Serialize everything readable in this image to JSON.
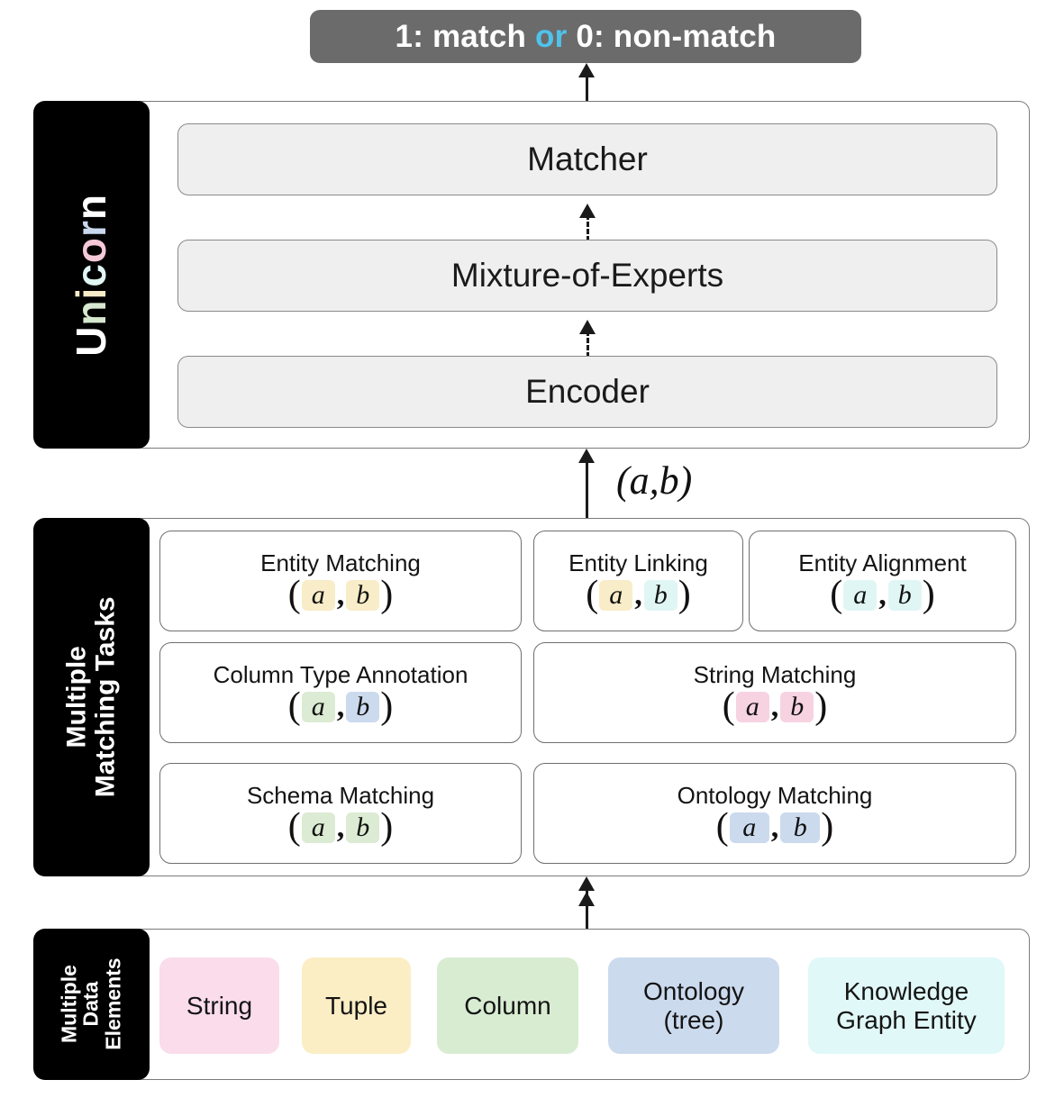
{
  "output": {
    "prefix": "1: match ",
    "or": "or",
    "suffix": " 0: non-match"
  },
  "unicorn": {
    "tag_letters": [
      {
        "ch": "U",
        "color": "#ffffff"
      },
      {
        "ch": "n",
        "color": "#d6e8d0"
      },
      {
        "ch": "i",
        "color": "#f8edc8"
      },
      {
        "ch": "c",
        "color": "#e0f6f5"
      },
      {
        "ch": "o",
        "color": "#f4c9d8"
      },
      {
        "ch": "r",
        "color": "#c9d8ee"
      },
      {
        "ch": "n",
        "color": "#ffffff"
      }
    ],
    "tag_text": "Unicorn",
    "stack": [
      {
        "label": "Matcher"
      },
      {
        "label": "Mixture-of-Experts"
      },
      {
        "label": "Encoder"
      }
    ]
  },
  "flow": {
    "input_pair_label": "(a,b)"
  },
  "tasks": {
    "tag_lines": [
      "Multiple",
      "Matching Tasks"
    ],
    "items": [
      {
        "label": "Entity Matching",
        "a_color": "#f8edc8",
        "b_color": "#f8edc8"
      },
      {
        "label": "Entity Linking",
        "a_color": "#f8edc8",
        "b_color": "#e0f6f5"
      },
      {
        "label": "Entity Alignment",
        "a_color": "#e0f6f5",
        "b_color": "#e0f6f5"
      },
      {
        "label": "Column Type Annotation",
        "a_color": "#dcebd3",
        "b_color": "#ccdaee"
      },
      {
        "label": "String Matching",
        "a_color": "#f7d3e2",
        "b_color": "#f7d3e2"
      },
      {
        "label": "Schema Matching",
        "a_color": "#dcebd3",
        "b_color": "#dcebd3"
      },
      {
        "label": "Ontology Matching",
        "a_color": "#ccdaee",
        "b_color": "#ccdaee"
      }
    ],
    "var_a": "a",
    "var_b": "b",
    "open_paren": "(",
    "close_paren": ")",
    "comma": ","
  },
  "data_elements": {
    "tag_lines": [
      "Multiple",
      "Data",
      "Elements"
    ],
    "items": [
      {
        "label": "String",
        "color": "#fadceb"
      },
      {
        "label": "Tuple",
        "color": "#fbeec5"
      },
      {
        "label": "Column",
        "color": "#d8ecd2"
      },
      {
        "label": "Ontology\n(tree)",
        "color": "#ccdaee"
      },
      {
        "label": "Knowledge\nGraph Entity",
        "color": "#e0f8f7"
      }
    ]
  },
  "palette": {
    "tag_background": "#000000",
    "output_pill_background": "#6b6b6b",
    "output_or_color": "#4fc3ea",
    "stack_box_background": "#efefef",
    "panel_border": "#7a7a7a"
  }
}
